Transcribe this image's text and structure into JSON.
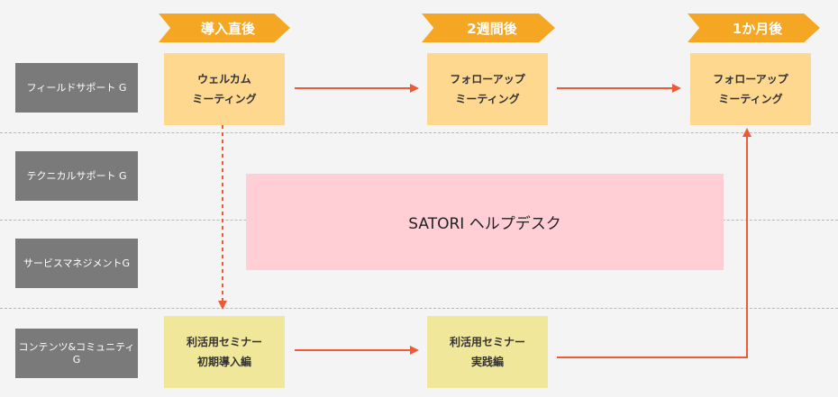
{
  "phases": [
    {
      "label": "導入直後"
    },
    {
      "label": "2週間後"
    },
    {
      "label": "1か月後"
    }
  ],
  "lanes": [
    {
      "label": "フィールドサポート G"
    },
    {
      "label": "テクニカルサポート G"
    },
    {
      "label": "サービスマネジメントG"
    },
    {
      "label": "コンテンツ&コミュニティG"
    }
  ],
  "boxes": {
    "welcome": {
      "line1": "ウェルカム",
      "line2": "ミーティング"
    },
    "followup_2w": {
      "line1": "フォローアップ",
      "line2": "ミーティング"
    },
    "followup_1m": {
      "line1": "フォローアップ",
      "line2": "ミーティング"
    },
    "seminar_intro": {
      "line1": "利活用セミナー",
      "line2": "初期導入編"
    },
    "seminar_practice": {
      "line1": "利活用セミナー",
      "line2": "実践編"
    }
  },
  "helpdesk": {
    "label": "SATORI ヘルプデスク"
  },
  "colors": {
    "phase": "#f5a623",
    "lane": "#7a7a7a",
    "box_orange": "#ffd890",
    "box_yellow": "#f0e79a",
    "helpdesk": "#ffcfd5",
    "arrow": "#ee5a36"
  }
}
